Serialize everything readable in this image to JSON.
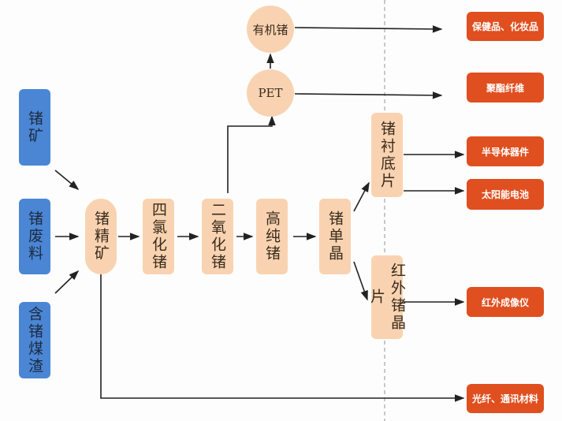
{
  "sources": [
    "锗矿",
    "锗废料",
    "含锗煤渣"
  ],
  "process": {
    "concentrate": "锗精矿",
    "tetrachloride": "四氯化锗",
    "dioxide": "二氧化锗",
    "high_purity": "高纯锗",
    "single_crystal": "锗单晶",
    "substrate": "锗衬底片",
    "ir_wafer": "红外锗晶片",
    "pet": "PET",
    "organic": "有机锗"
  },
  "applications": [
    "保健品、化妆品",
    "聚酯纤维",
    "半导体器件",
    "太阳能电池",
    "红外成像仪",
    "光纤、通讯材料"
  ],
  "colors": {
    "source": "#4a86d4",
    "process": "#f9d3b1",
    "application": "#e04f1f"
  }
}
